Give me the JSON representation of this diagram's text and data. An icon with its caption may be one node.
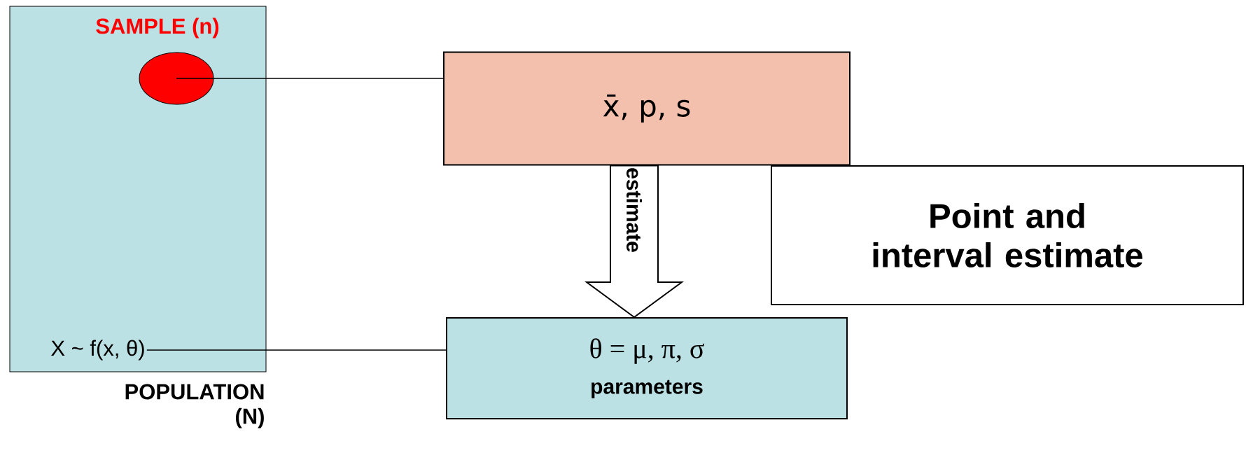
{
  "diagram": {
    "nodes": [
      {
        "text": [
          "POPULATION (N)"
        ]
      },
      {
        "text": [
          "SAMPLE (n)"
        ],
        "in": 0
      },
      {
        "text": [
          "X ~ f(x, θ)"
        ],
        "in": 0
      },
      {
        "text": [
          "x̄, p, s"
        ]
      },
      {
        "text": [
          "Point and interval estimate"
        ]
      },
      {
        "text": [
          "θ = μ, π, σ",
          "parameters"
        ]
      }
    ],
    "edges": [
      {
        "from": 1,
        "to": 3,
        "arrow": "none"
      },
      {
        "from": 2,
        "to": 5,
        "arrow": "none"
      },
      {
        "from": 3,
        "to": 5,
        "arrow": "to",
        "label": "estimate",
        "style": "thick"
      }
    ]
  }
}
